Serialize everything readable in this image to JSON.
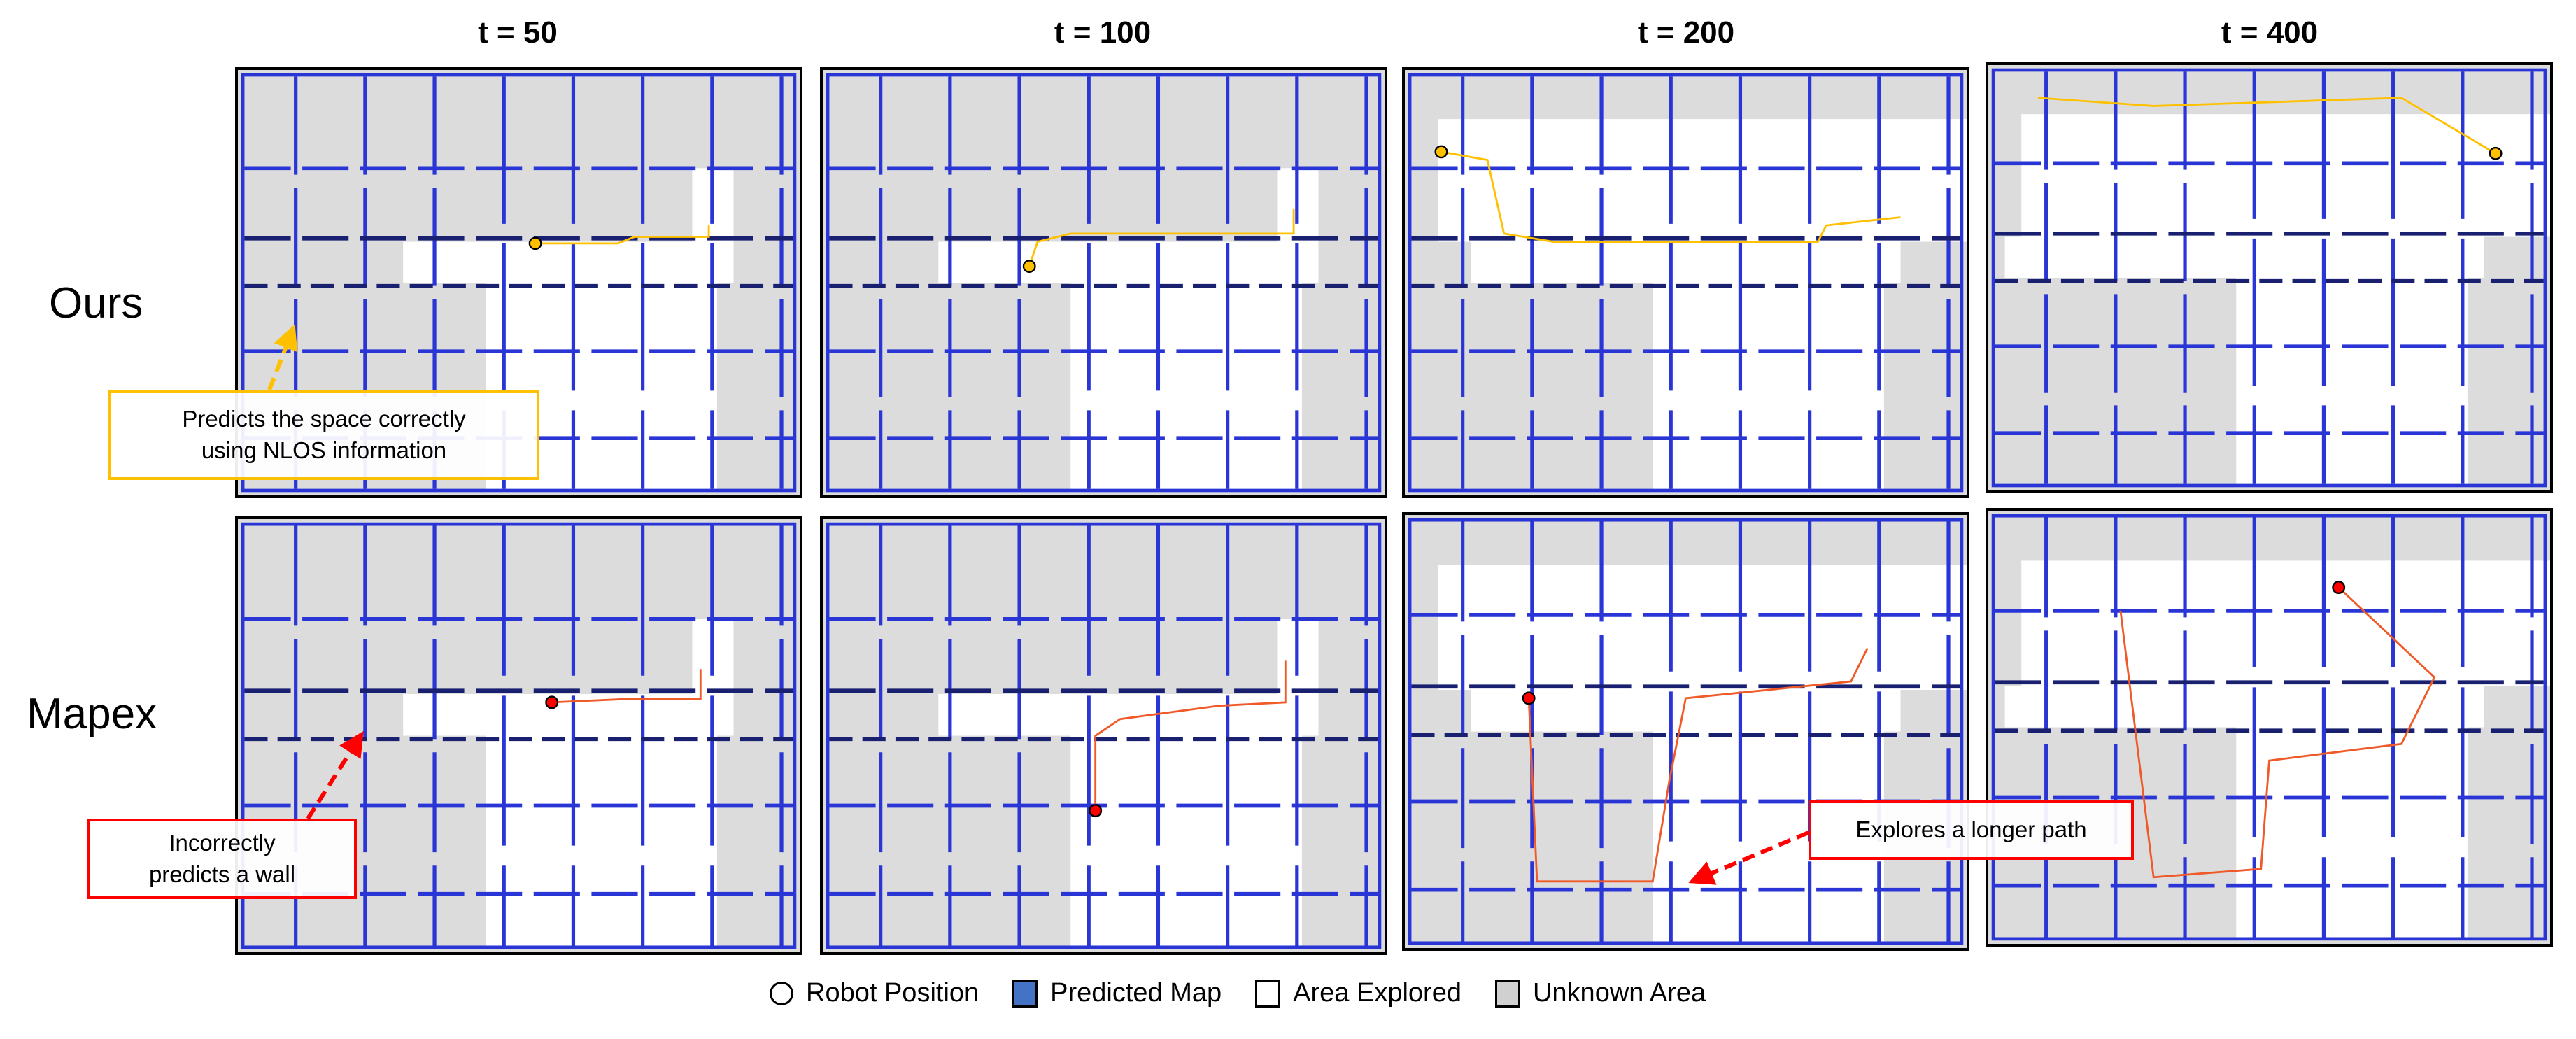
{
  "columns": [
    "t = 50",
    "t = 100",
    "t = 200",
    "t = 400"
  ],
  "rows": [
    "Ours",
    "Mapex"
  ],
  "callouts": {
    "ours": [
      "Predicts the space correctly",
      "using NLOS information"
    ],
    "mapex_wall": [
      "Incorrectly",
      "predicts a wall"
    ],
    "mapex_path": [
      "Explores a longer path"
    ]
  },
  "legend": {
    "robot": "Robot Position",
    "predicted": "Predicted Map",
    "explored": "Area Explored",
    "unknown": "Unknown Area"
  },
  "colors": {
    "wall": "#2a35d6",
    "unknown": "#dcdcdc",
    "predicted_swatch": "#4472c4",
    "ours_accent": "#ffc000",
    "mapex_accent": "#ff0000",
    "mapex_path": "#f05a28"
  }
}
